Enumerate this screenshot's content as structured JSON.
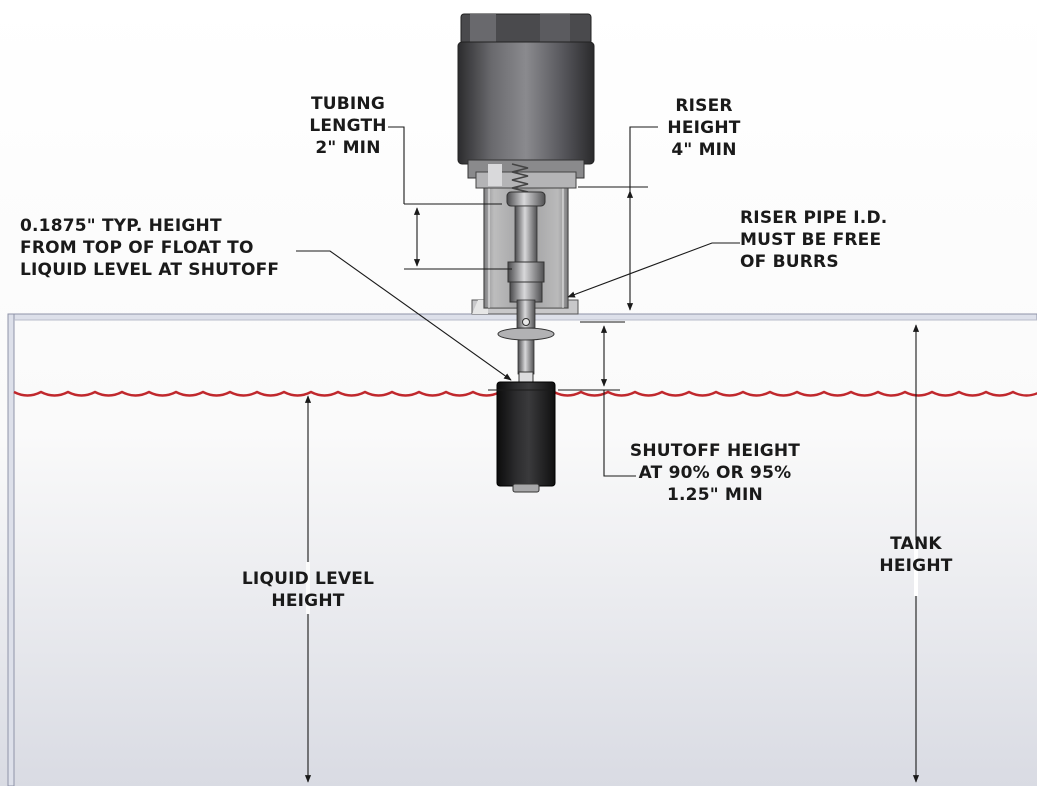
{
  "labels": {
    "tubing_length": [
      "TUBING",
      "LENGTH",
      "2\" MIN"
    ],
    "riser_height": [
      "RISER",
      "HEIGHT",
      "4\" MIN"
    ],
    "float_gap": [
      "0.1875\" TYP. HEIGHT",
      "FROM TOP OF FLOAT TO",
      "LIQUID LEVEL AT SHUTOFF"
    ],
    "riser_pipe": [
      "RISER PIPE I.D.",
      "MUST BE FREE",
      "OF BURRS"
    ],
    "shutoff_height": [
      "SHUTOFF HEIGHT",
      "AT 90% OR 95%",
      "1.25\" MIN"
    ],
    "tank_height": [
      "TANK",
      "HEIGHT"
    ],
    "liquid_level_height": [
      "LIQUID LEVEL",
      "HEIGHT"
    ]
  },
  "colors": {
    "liquid_line": "#c0282d",
    "tank_edge": "#8f93a8",
    "dimension_line": "#1a1a1a",
    "background_top": "#ffffff",
    "background_bottom": "#d9dbe3"
  }
}
